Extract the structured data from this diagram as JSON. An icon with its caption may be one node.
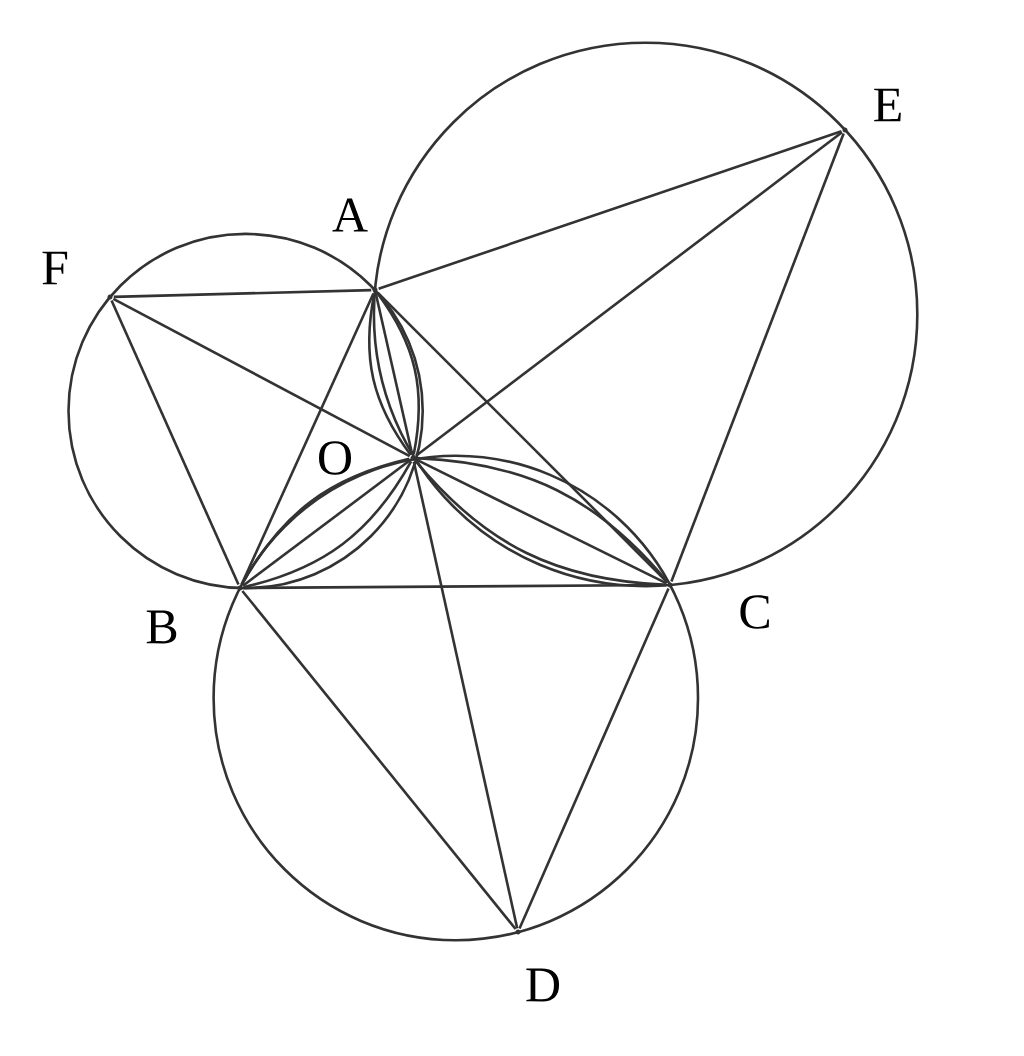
{
  "diagram": {
    "nodes": [
      {
        "text": [
          "A"
        ]
      },
      {
        "text": [
          "B"
        ]
      },
      {
        "text": [
          "C"
        ]
      },
      {
        "text": [
          "D"
        ]
      },
      {
        "text": [
          "E"
        ]
      },
      {
        "text": [
          "F"
        ]
      },
      {
        "text": [
          "O"
        ]
      }
    ],
    "edges": [
      {
        "from": 5,
        "to": 0,
        "arrow": "none"
      },
      {
        "from": 5,
        "to": 1,
        "arrow": "none"
      },
      {
        "from": 5,
        "to": 6,
        "arrow": "none"
      },
      {
        "from": 0,
        "to": 4,
        "arrow": "none"
      },
      {
        "from": 0,
        "to": 1,
        "arrow": "none"
      },
      {
        "from": 0,
        "to": 2,
        "arrow": "none"
      },
      {
        "from": 4,
        "to": 6,
        "arrow": "none"
      },
      {
        "from": 4,
        "to": 2,
        "arrow": "none"
      },
      {
        "from": 1,
        "to": 2,
        "arrow": "none"
      },
      {
        "from": 1,
        "to": 3,
        "arrow": "none"
      },
      {
        "from": 2,
        "to": 3,
        "arrow": "none"
      },
      {
        "from": 3,
        "to": 6,
        "arrow": "none"
      },
      {
        "from": 0,
        "to": 6,
        "arrow": "none"
      },
      {
        "from": 0,
        "to": 6,
        "arrow": "none"
      },
      {
        "from": 0,
        "to": 6,
        "arrow": "none"
      },
      {
        "from": 1,
        "to": 6,
        "arrow": "none"
      },
      {
        "from": 1,
        "to": 6,
        "arrow": "none"
      },
      {
        "from": 1,
        "to": 6,
        "arrow": "none"
      },
      {
        "from": 2,
        "to": 6,
        "arrow": "none"
      },
      {
        "from": 2,
        "to": 6,
        "arrow": "none"
      },
      {
        "from": 2,
        "to": 6,
        "arrow": "none"
      }
    ]
  }
}
